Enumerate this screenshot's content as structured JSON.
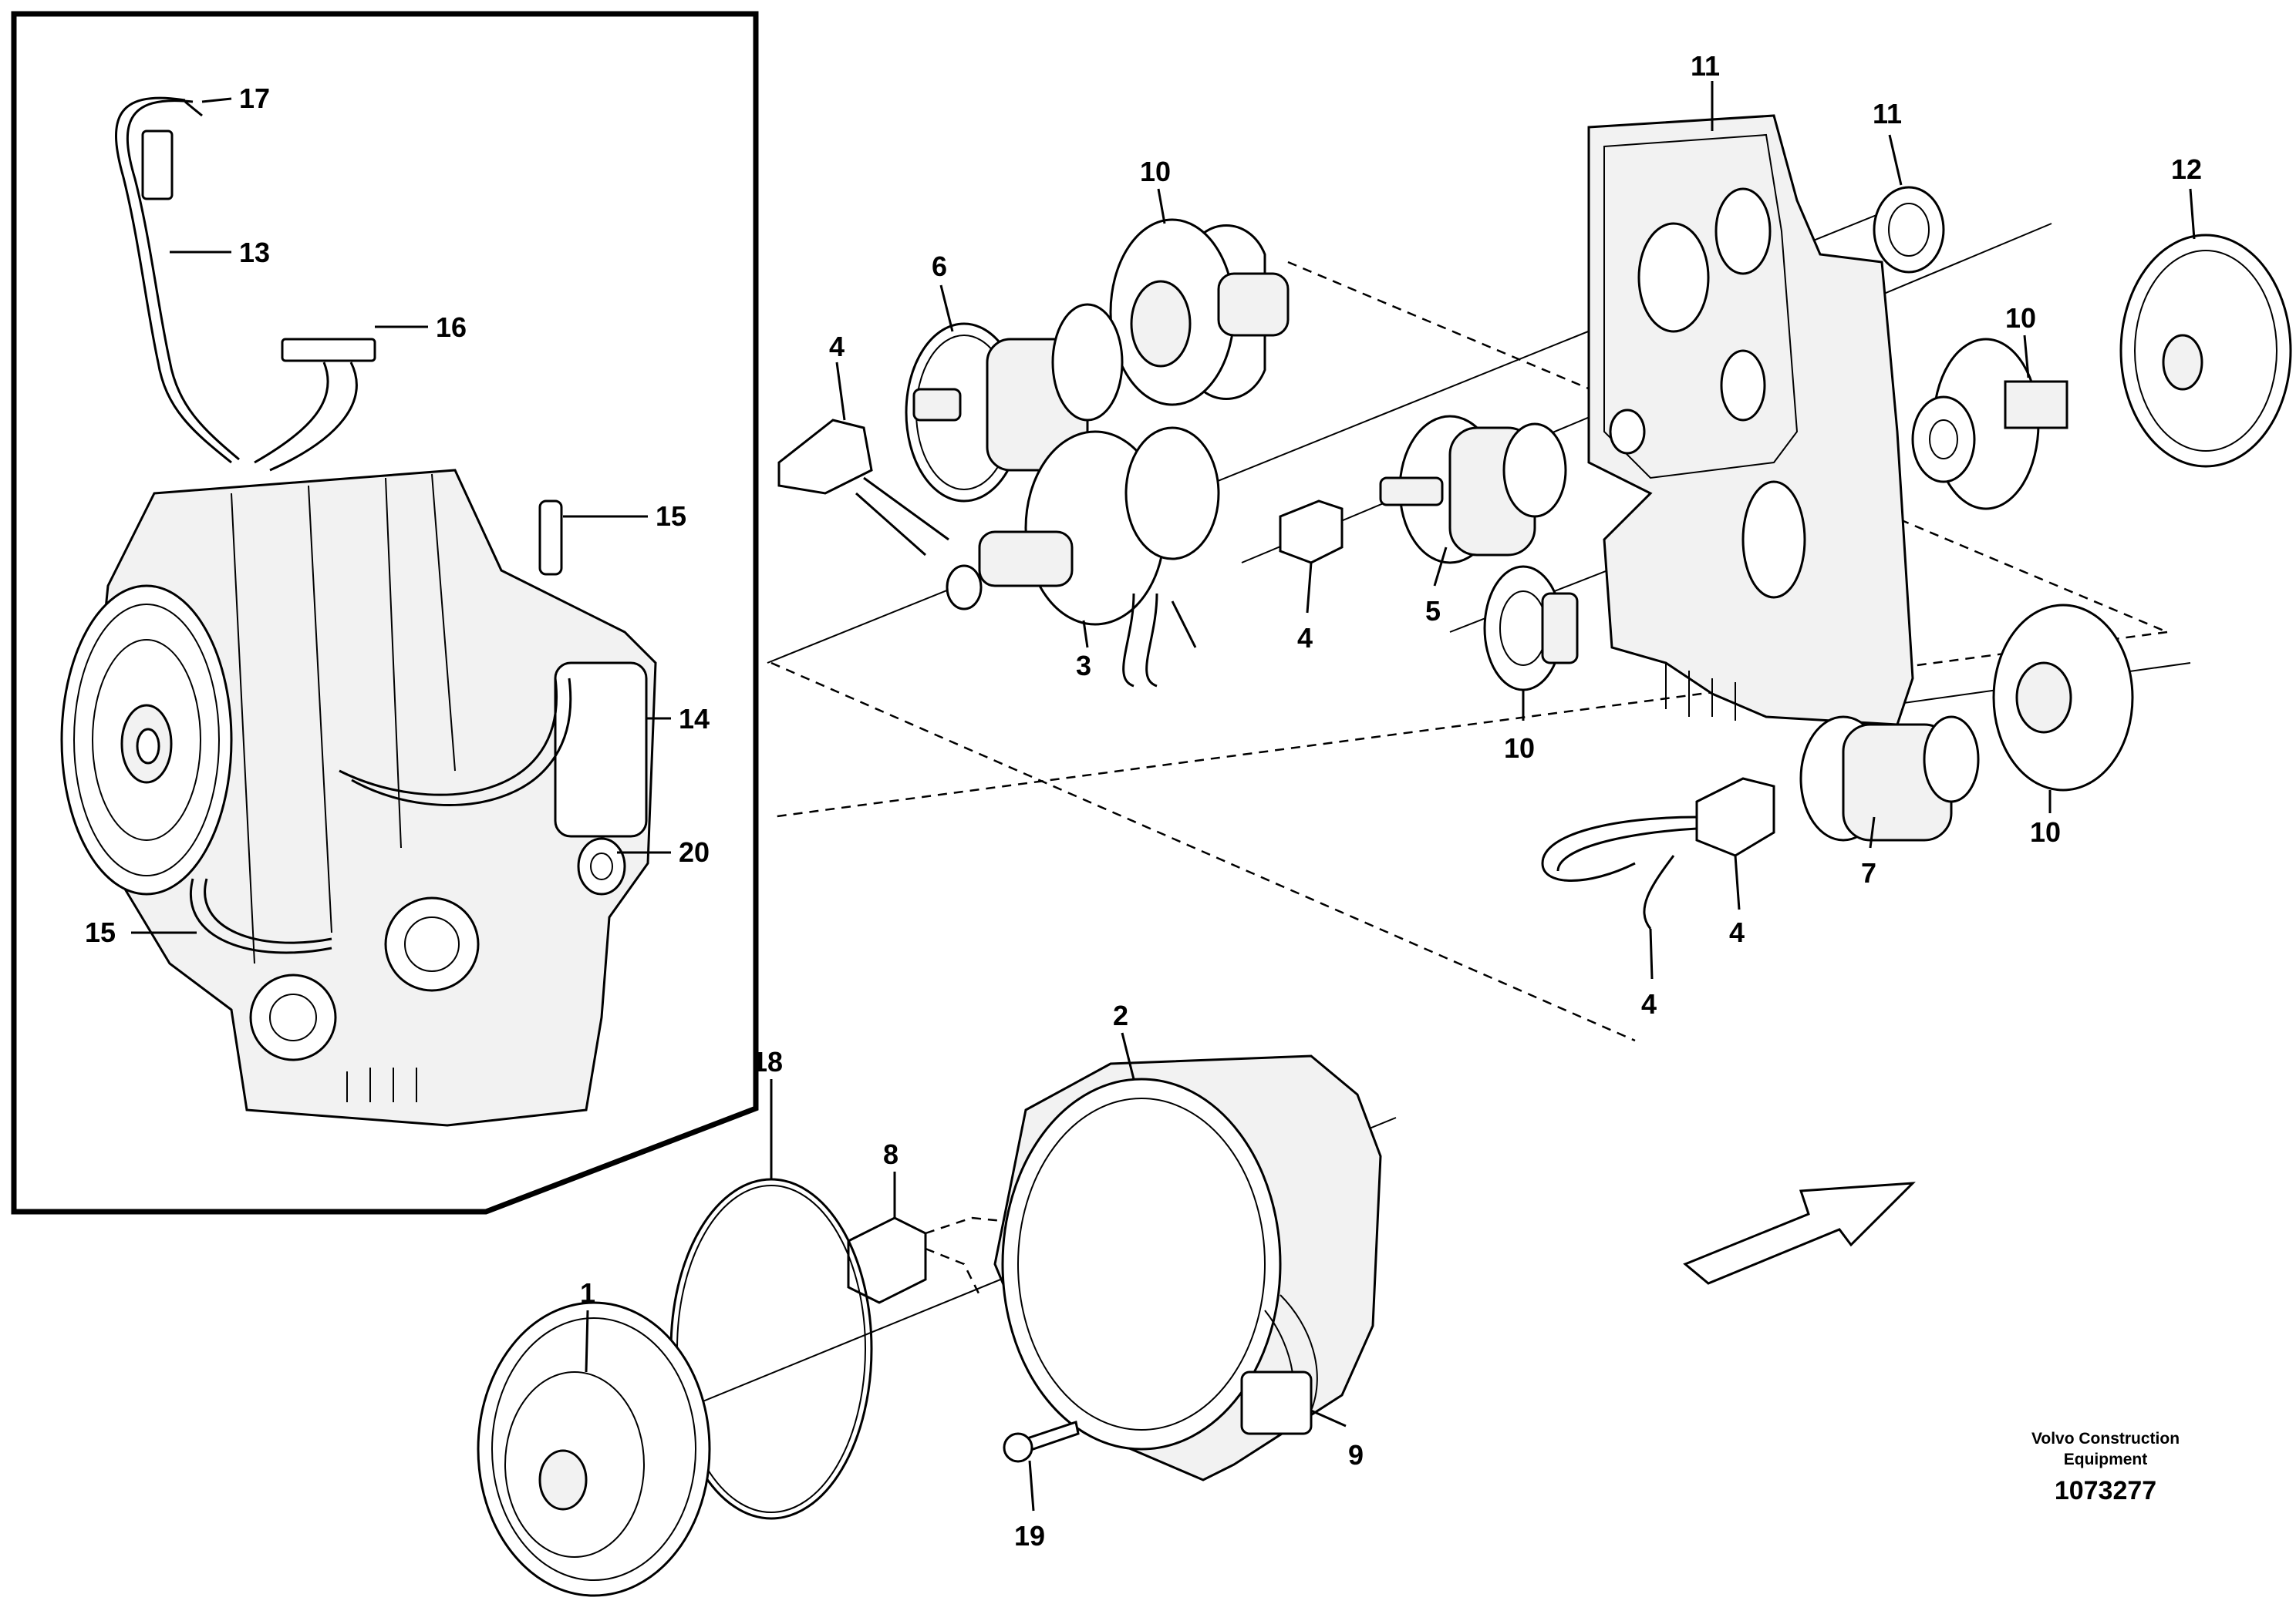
{
  "callouts": {
    "c1": "1",
    "c2": "2",
    "c3": "3",
    "c4a": "4",
    "c4b": "4",
    "c4c": "4",
    "c4d": "4",
    "c5": "5",
    "c6": "6",
    "c7": "7",
    "c8": "8",
    "c9": "9",
    "c10a": "10",
    "c10b": "10",
    "c10c": "10",
    "c10d": "10",
    "c11a": "11",
    "c11b": "11",
    "c12": "12",
    "c13": "13",
    "c14": "14",
    "c15a": "15",
    "c15b": "15",
    "c16": "16",
    "c17": "17",
    "c18": "18",
    "c19": "19",
    "c20": "20"
  },
  "footer": {
    "brand_line1": "Volvo Construction",
    "brand_line2": "Equipment",
    "doc_number": "1073277"
  },
  "icons": {
    "direction": "arrow-right-up-icon"
  }
}
